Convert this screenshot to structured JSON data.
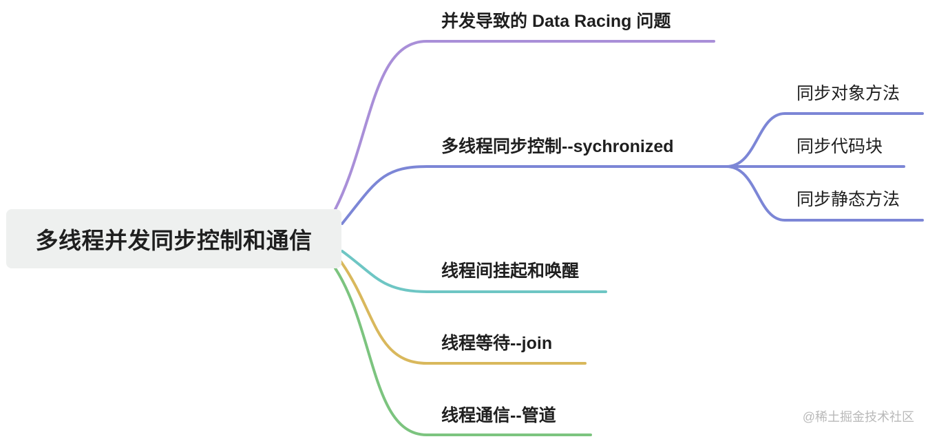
{
  "root": {
    "label": "多线程并发同步控制和通信"
  },
  "branches": [
    {
      "label": "并发导致的 Data Racing 问题",
      "color": "#a98fd8"
    },
    {
      "label": "多线程同步控制--sychronized",
      "color": "#7c86d6"
    },
    {
      "label": "线程间挂起和唤醒",
      "color": "#6ec6c4"
    },
    {
      "label": "线程等待--join",
      "color": "#d9b85c"
    },
    {
      "label": "线程通信--管道",
      "color": "#7cc47f"
    }
  ],
  "sub_branches": {
    "color": "#7c86d6",
    "items": [
      {
        "label": "同步对象方法"
      },
      {
        "label": "同步代码块"
      },
      {
        "label": "同步静态方法"
      }
    ]
  },
  "watermark": "@稀土掘金技术社区"
}
